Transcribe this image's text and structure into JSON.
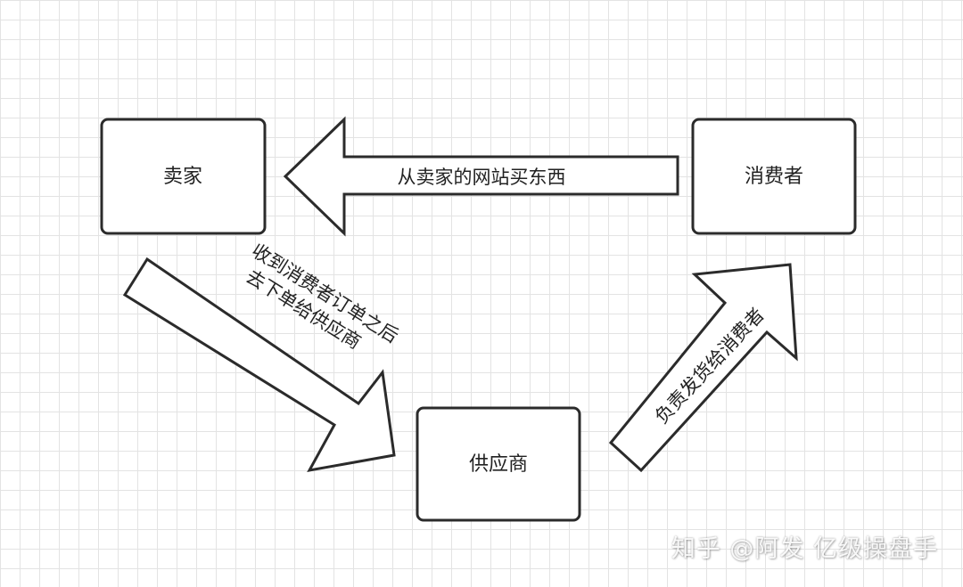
{
  "diagram": {
    "nodes": {
      "seller": "卖家",
      "consumer": "消费者",
      "supplier": "供应商"
    },
    "edges": {
      "consumer_to_seller": "从卖家的网站买东西",
      "seller_to_supplier_line1": "收到消费者订单之后",
      "seller_to_supplier_line2": "去下单给供应商",
      "supplier_to_consumer": "负责发货给消费者"
    }
  },
  "watermark": "知乎 @阿发 亿级操盘手"
}
